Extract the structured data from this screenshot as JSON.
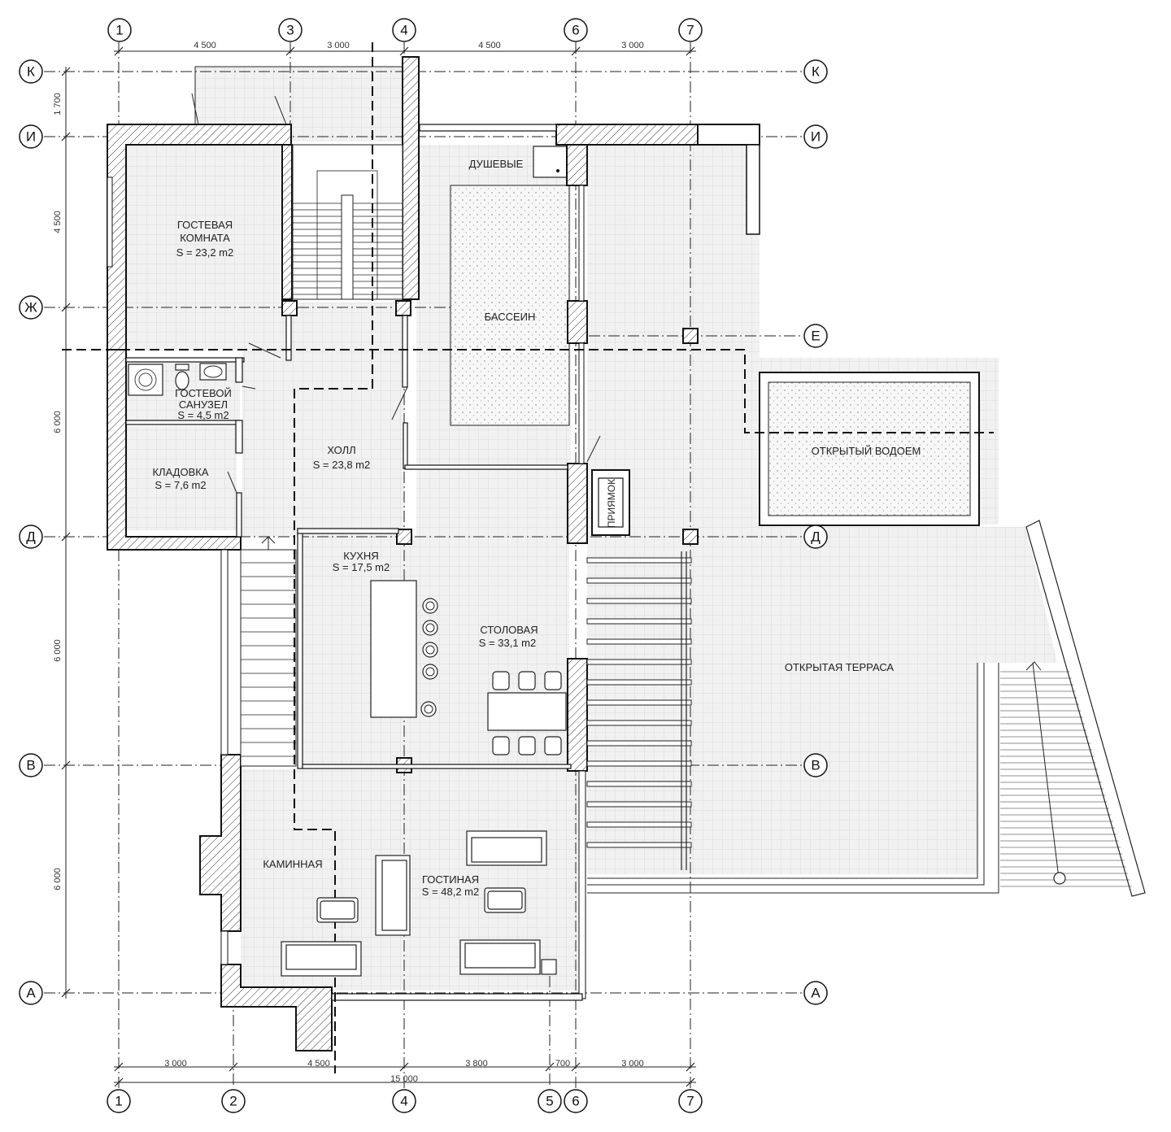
{
  "axes": {
    "top": [
      "1",
      "3",
      "4",
      "6",
      "7"
    ],
    "bottom": [
      "1",
      "2",
      "4",
      "5",
      "6",
      "7"
    ],
    "left": [
      "К",
      "И",
      "Ж",
      "Д",
      "В",
      "А"
    ],
    "right": [
      "К",
      "И",
      "Е",
      "Д",
      "В",
      "А"
    ]
  },
  "dimensions": {
    "top": [
      "4 500",
      "3 000",
      "4 500",
      "3 000"
    ],
    "bottom": [
      "3 000",
      "4 500",
      "3 800",
      "700",
      "3 000"
    ],
    "bottom_total": "15 000",
    "left": [
      "1 700",
      "4 500",
      "6 000",
      "6 000",
      "6 000"
    ]
  },
  "rooms": [
    {
      "name": "ГОСТЕВАЯ",
      "name2": "КОМНАТА",
      "area": "S = 23,2 m2"
    },
    {
      "name": "ДУШЕВЫЕ"
    },
    {
      "name": "БАССЕИН"
    },
    {
      "name": "ГОСТЕВОЙ",
      "name2": "САНУЗЕЛ",
      "area": "S = 4,5 m2"
    },
    {
      "name": "ХОЛЛ",
      "area": "S = 23,8 m2"
    },
    {
      "name": "КЛАДОВКА",
      "area": "S = 7,6 m2"
    },
    {
      "name": "ОТКРЫТЫЙ ВОДОЕМ"
    },
    {
      "name": "ПРИЯМОК"
    },
    {
      "name": "КУХНЯ",
      "area": "S = 17,5 m2"
    },
    {
      "name": "СТОЛОВАЯ",
      "area": "S = 33,1 m2"
    },
    {
      "name": "ОТКРЫТАЯ ТЕРРАСА"
    },
    {
      "name": "КАМИННАЯ"
    },
    {
      "name": "ГОСТИНАЯ",
      "area": "S = 48,2 m2"
    }
  ],
  "colors": {
    "line": "#111111",
    "floor": "#f1f1f1",
    "grid": "#d6d6d6",
    "paper": "#ffffff"
  }
}
